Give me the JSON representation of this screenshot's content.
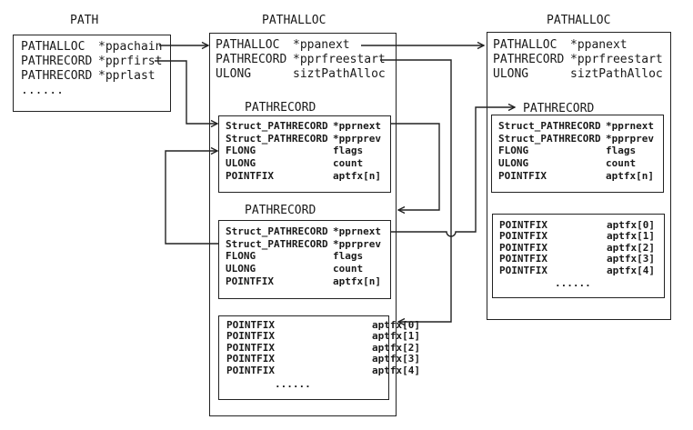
{
  "colors": {
    "background": "#ffffff",
    "line": "#222222",
    "text": "#1a1a1a"
  },
  "diagram": {
    "path": {
      "title": "PATH",
      "rows": [
        {
          "type": "PATHALLOC",
          "name": "*ppachain"
        },
        {
          "type": "PATHRECORD",
          "name": "*pprfirst"
        },
        {
          "type": "PATHRECORD",
          "name": "*pprlast"
        }
      ],
      "ellipsis": "......"
    },
    "alloc_mid": {
      "title": "PATHALLOC",
      "rows": [
        {
          "type": "PATHALLOC",
          "name": "*ppanext"
        },
        {
          "type": "PATHRECORD",
          "name": "*pprfreestart"
        },
        {
          "type": "ULONG",
          "name": "siztPathAlloc"
        }
      ],
      "record1": {
        "title": "PATHRECORD",
        "rows": [
          {
            "type": "Struct_PATHRECORD",
            "name": "*pprnext"
          },
          {
            "type": "Struct_PATHRECORD",
            "name": "*pprprev"
          },
          {
            "type": "FLONG",
            "name": "flags"
          },
          {
            "type": "ULONG",
            "name": "count"
          },
          {
            "type": "POINTFIX",
            "name": "aptfx[n]"
          }
        ]
      },
      "record2": {
        "title": "PATHRECORD",
        "rows": [
          {
            "type": "Struct_PATHRECORD",
            "name": "*pprnext"
          },
          {
            "type": "Struct_PATHRECORD",
            "name": "*pprprev"
          },
          {
            "type": "FLONG",
            "name": "flags"
          },
          {
            "type": "ULONG",
            "name": "count"
          },
          {
            "type": "POINTFIX",
            "name": "aptfx[n]"
          }
        ]
      },
      "pointfix": {
        "rows": [
          {
            "type": "POINTFIX",
            "name": "aptfx[0]"
          },
          {
            "type": "POINTFIX",
            "name": "aptfx[1]"
          },
          {
            "type": "POINTFIX",
            "name": "aptfx[2]"
          },
          {
            "type": "POINTFIX",
            "name": "aptfx[3]"
          },
          {
            "type": "POINTFIX",
            "name": "aptfx[4]"
          }
        ],
        "ellipsis": "......"
      }
    },
    "alloc_right": {
      "title": "PATHALLOC",
      "rows": [
        {
          "type": "PATHALLOC",
          "name": "*ppanext"
        },
        {
          "type": "PATHRECORD",
          "name": "*pprfreestart"
        },
        {
          "type": "ULONG",
          "name": "siztPathAlloc"
        }
      ],
      "record": {
        "title": "PATHRECORD",
        "rows": [
          {
            "type": "Struct_PATHRECORD",
            "name": "*pprnext"
          },
          {
            "type": "Struct_PATHRECORD",
            "name": "*pprprev"
          },
          {
            "type": "FLONG",
            "name": "flags"
          },
          {
            "type": "ULONG",
            "name": "count"
          },
          {
            "type": "POINTFIX",
            "name": "aptfx[n]"
          }
        ]
      },
      "pointfix": {
        "rows": [
          {
            "type": "POINTFIX",
            "name": "aptfx[0]"
          },
          {
            "type": "POINTFIX",
            "name": "aptfx[1]"
          },
          {
            "type": "POINTFIX",
            "name": "aptfx[2]"
          },
          {
            "type": "POINTFIX",
            "name": "aptfx[3]"
          },
          {
            "type": "POINTFIX",
            "name": "aptfx[4]"
          }
        ],
        "ellipsis": "......"
      }
    },
    "connections": [
      {
        "from": "PATH.*ppachain",
        "to": "PATHALLOC#1"
      },
      {
        "from": "PATH.*pprfirst",
        "to": "PATHALLOC#1.PATHRECORD#1"
      },
      {
        "from": "PATHALLOC#1.*ppanext",
        "to": "PATHALLOC#2"
      },
      {
        "from": "PATHALLOC#1.*pprfreestart",
        "to": "PATHALLOC#1.POINTFIX_array"
      },
      {
        "from": "PATHRECORD#1.*pprnext",
        "to": "PATHRECORD#2"
      },
      {
        "from": "PATHRECORD#2.*pprprev",
        "to": "PATHRECORD#1"
      },
      {
        "from": "PATHRECORD#2.*pprnext",
        "to": "PATHALLOC#2.PATHRECORD"
      }
    ]
  }
}
